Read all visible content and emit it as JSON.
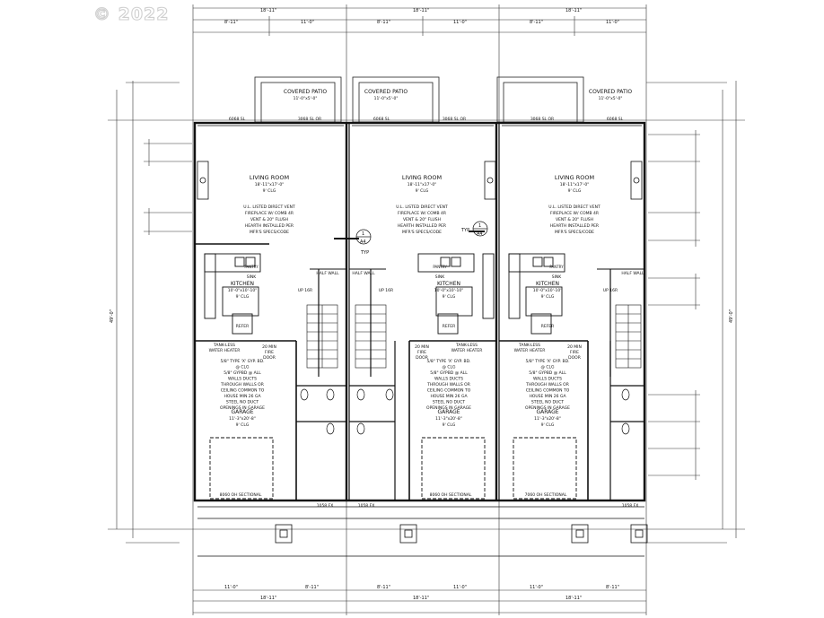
{
  "watermark": "© 2022",
  "units": [
    {
      "id": "unit-1",
      "covered_patio": "COVERED PATIO",
      "covered_patio_dims": "11'-0\"x5'-0\"",
      "door_left": "6068 SL",
      "door_right": "3068 SL OR",
      "living_room": "LIVING ROOM",
      "living_dims": "18'-11\"x17'-0\"",
      "living_ceiling": "9' CLG",
      "fireplace_notes": [
        "U.L. LISTED DIRECT VENT",
        "FIREPLACE W/ COMB 4R",
        "VENT & 20\" FLUSH",
        "HEARTH INSTALLED PER",
        "MFR'S SPECS/CODE"
      ],
      "sink": "SINK",
      "kitchen": "KITCHEN",
      "kitchen_dims": "10'-0\"x10'-10\"",
      "kitchen_ceiling": "9' CLG",
      "pantry": "PANTRY",
      "refer": "REFER",
      "half_wall": "HALF WALL",
      "stair_up": "UP 16R",
      "water_heater": [
        "TANK-LESS",
        "WATER HEATER"
      ],
      "fire_door": [
        "20 MIN",
        "FIRE",
        "DOOR"
      ],
      "gypsum_note": [
        "5/8\" TYPE 'X' GYP. BD.",
        "@ CLG",
        "5/8\" GYPBD @ ALL",
        "WALLS DUCTS",
        "THROUGH WALLS OR",
        "CEILING COMMON TO",
        "HOUSE MIN 26 GA",
        "STEEL NO DUCT",
        "OPENINGS IN GARAGE"
      ],
      "garage": "GARAGE",
      "garage_dims": "11'-3\"x20'-8\"",
      "garage_ceiling": "9' CLG",
      "garage_door": "8060 OH SECTIONAL",
      "entry_door": "1058 FX"
    },
    {
      "id": "unit-2",
      "covered_patio": "COVERED PATIO",
      "covered_patio_dims": "11'-0\"x5'-0\"",
      "door_left": "3068 SL OR",
      "door_right": "6068 SL",
      "living_room": "LIVING ROOM",
      "living_dims": "18'-11\"x17'-0\"",
      "living_ceiling": "9' CLG",
      "fireplace_notes": [
        "U.L. LISTED DIRECT VENT",
        "FIREPLACE W/ COMB 4R",
        "VENT & 20\" FLUSH",
        "HEARTH INSTALLED PER",
        "MFR'S SPECS/CODE"
      ],
      "sink": "SINK",
      "kitchen": "KITCHEN",
      "kitchen_dims": "10'-0\"x10'-10\"",
      "kitchen_ceiling": "9' CLG",
      "pantry": "PANTRY",
      "refer": "REFER",
      "half_wall": "HALF WALL",
      "stair_up": "UP 16R",
      "water_heater": [
        "TANK-LESS",
        "WATER HEATER"
      ],
      "fire_door": [
        "20 MIN",
        "FIRE",
        "DOOR"
      ],
      "gypsum_note": [
        "5/8\" TYPE 'X' GYP. BD.",
        "@ CLG",
        "5/8\" GYPBD @ ALL",
        "WALLS DUCTS",
        "THROUGH WALLS OR",
        "CEILING COMMON TO",
        "HOUSE MIN 26 GA",
        "STEEL NO DUCT",
        "OPENINGS IN GARAGE"
      ],
      "garage": "GARAGE",
      "garage_dims": "11'-3\"x20'-8\"",
      "garage_ceiling": "9' CLG",
      "garage_door": "8060 OH SECTIONAL",
      "entry_door": "1058 FX"
    },
    {
      "id": "unit-3",
      "covered_patio": "COVERED PATIO",
      "covered_patio_dims": "11'-0\"x5'-0\"",
      "door_left": "3068 SL OR",
      "door_right": "6068 SL",
      "living_room": "LIVING ROOM",
      "living_dims": "18'-11\"x17'-0\"",
      "living_ceiling": "9' CLG",
      "fireplace_notes": [
        "U.L. LISTED DIRECT VENT",
        "FIREPLACE W/ COMB 4R",
        "VENT & 20\" FLUSH",
        "HEARTH INSTALLED PER",
        "MFR'S SPECS/CODE"
      ],
      "sink": "SINK",
      "kitchen": "KITCHEN",
      "kitchen_dims": "10'-0\"x10'-10\"",
      "kitchen_ceiling": "9' CLG",
      "pantry": "PANTRY",
      "refer": "REFER",
      "half_wall": "HALF WALL",
      "stair_up": "UP 16R",
      "water_heater": [
        "TANK-LESS",
        "WATER HEATER"
      ],
      "fire_door": [
        "20 MIN",
        "FIRE",
        "DOOR"
      ],
      "gypsum_note": [
        "5/8\" TYPE 'X' GYP. BD.",
        "@ CLG",
        "5/8\" GYPBD @ ALL",
        "WALLS DUCTS",
        "THROUGH WALLS OR",
        "CEILING COMMON TO",
        "HOUSE MIN 26 GA",
        "STEEL NO DUCT",
        "OPENINGS IN GARAGE"
      ],
      "garage": "GARAGE",
      "garage_dims": "11'-3\"x20'-8\"",
      "garage_ceiling": "9' CLG",
      "garage_door": "7060 OH SECTIONAL",
      "entry_door": "1058 FX"
    }
  ],
  "section_marks": [
    {
      "num": "1",
      "sheet": "A4",
      "typ": "TYP"
    },
    {
      "num": "1",
      "sheet": "A4",
      "typ": "TYP"
    }
  ],
  "dimensions": {
    "top_overall": [
      "18'-11\"",
      "18'-11\"",
      "18'-11\""
    ],
    "top_split": [
      "8'-11\"",
      "11'-0\"",
      "8'-11\"",
      "11'-0\"",
      "8'-11\"",
      "11'-0\""
    ],
    "right_overall": "49'-0\"",
    "bottom_overall": [
      "18'-11\"",
      "18'-11\"",
      "18'-11\""
    ],
    "bottom_split": [
      "11'-0\"",
      "8'-11\"",
      "8'-11\"",
      "11'-0\"",
      "11'-0\"",
      "8'-11\""
    ]
  }
}
